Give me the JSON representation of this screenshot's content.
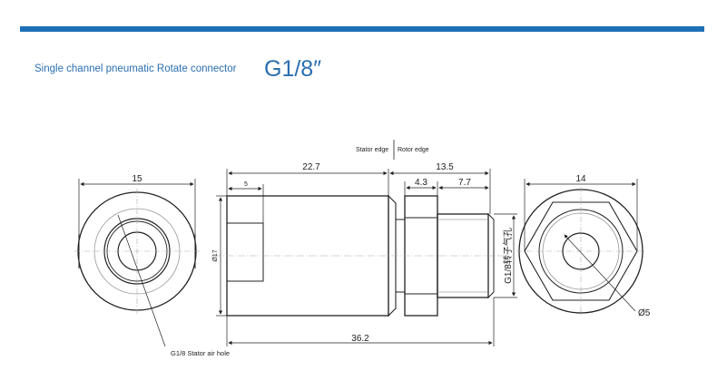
{
  "header": {
    "subtitle": "Single channel pneumatic Rotate connector",
    "spec": "G1/8″",
    "accent_color": "#1d6fb8"
  },
  "labels": {
    "stator_edge": "Stator edge",
    "rotor_edge": "Rotor edge",
    "stator_air_hole": "G1/8 Stator air hole",
    "rotor_thread": "G1/8转子气孔"
  },
  "dimensions": {
    "left_view_width": "15",
    "stator_length": "22.7",
    "stator_bore_depth": "5",
    "rotor_length": "13.5",
    "hex_length": "4.3",
    "thread_length": "7.7",
    "outer_diameter": "Ø17",
    "total_length": "36.2",
    "right_view_width": "14",
    "bore_diameter": "Ø5"
  }
}
